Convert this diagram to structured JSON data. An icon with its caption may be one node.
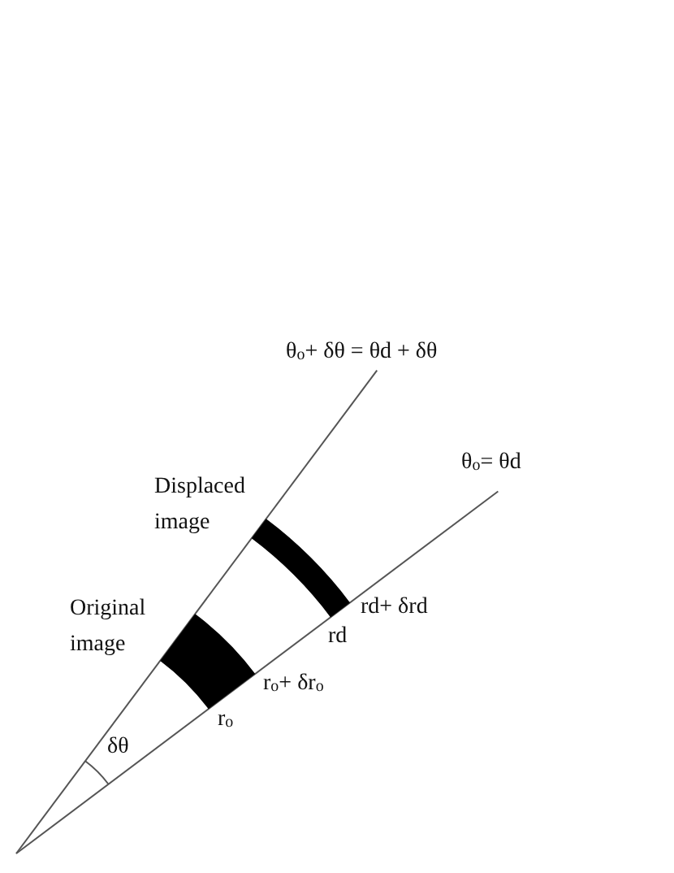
{
  "diagram": {
    "labels": [
      "θ$_{o}$+ δθ = θd + δθ",
      "θ$_{o}$= θd",
      "Displaced image",
      "Original image",
      "rd+ δrd",
      "rd",
      "r$_{o}$+ δr$_{o}$",
      "r$_{o}$",
      "δθ"
    ]
  }
}
